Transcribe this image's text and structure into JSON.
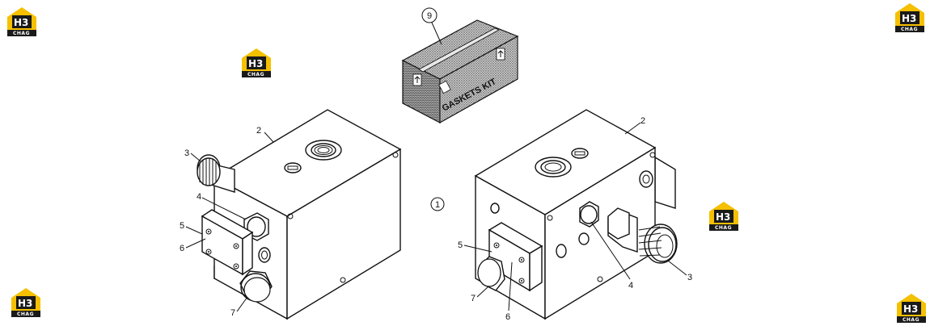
{
  "watermark": {
    "logo_letters": "H3",
    "logo_sub": "CHAG",
    "accent_color": "#f5c000",
    "dark_color": "#1a1a1a"
  },
  "kit": {
    "label": "GASKETS KIT",
    "callout": "9"
  },
  "assembly_callout": "1",
  "left_view": {
    "callouts": [
      "2",
      "3",
      "4",
      "5",
      "6",
      "7"
    ]
  },
  "right_view": {
    "callouts": [
      "2",
      "5",
      "7",
      "6",
      "4",
      "3"
    ]
  }
}
